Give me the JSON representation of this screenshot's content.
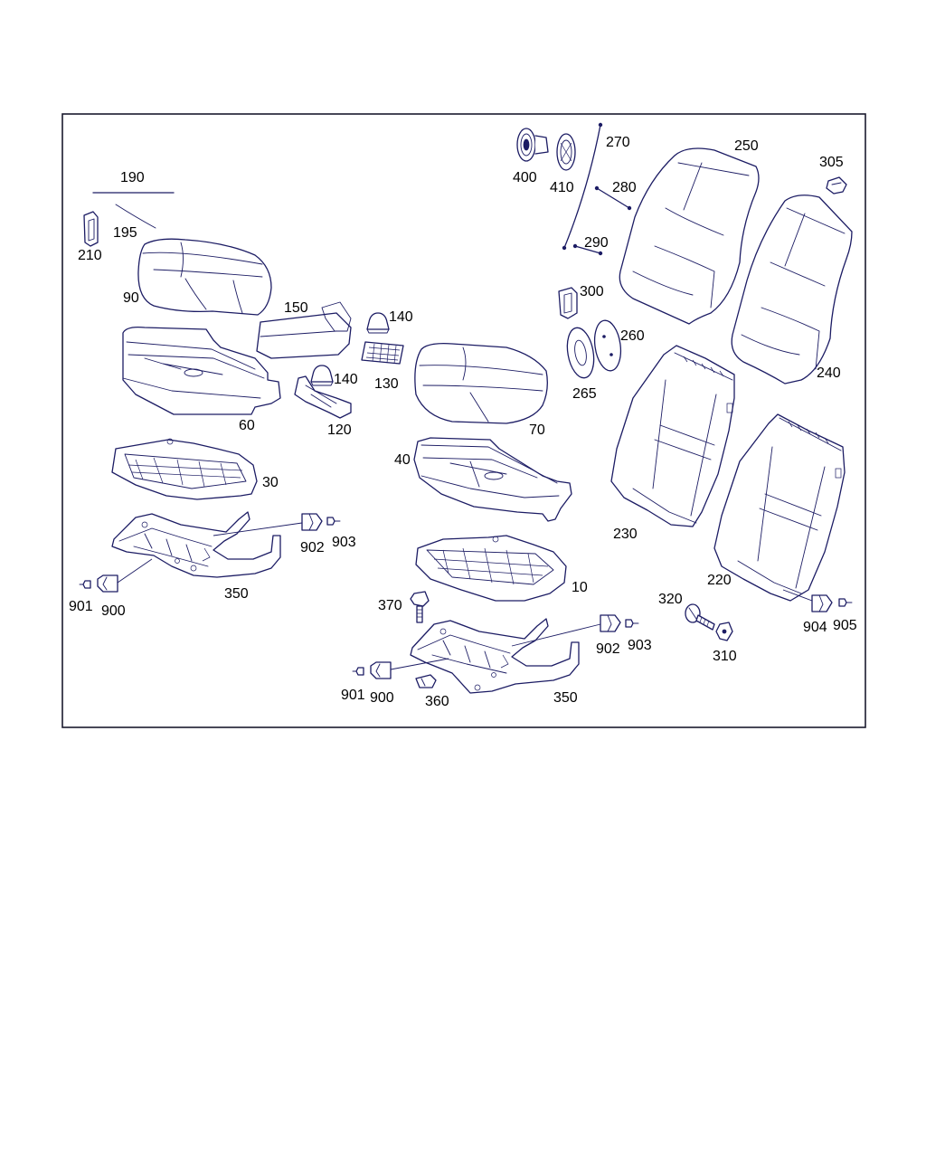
{
  "figure": {
    "accent_color": "#1c1c64",
    "frame_color": "#1a1a2e",
    "callouts": {
      "c190": "190",
      "c195": "195",
      "c210": "210",
      "c90": "90",
      "c150": "150",
      "c140a": "140",
      "c140b": "140",
      "c130": "130",
      "c120": "120",
      "c60": "60",
      "c70": "70",
      "c30": "30",
      "c40": "40",
      "c10": "10",
      "c902a": "902",
      "c903a": "903",
      "c901a": "901",
      "c900a": "900",
      "c350a": "350",
      "c370": "370",
      "c902b": "902",
      "c903b": "903",
      "c901b": "901",
      "c900b": "900",
      "c360": "360",
      "c350b": "350",
      "c400": "400",
      "c410": "410",
      "c270": "270",
      "c280": "280",
      "c290": "290",
      "c300": "300",
      "c260": "260",
      "c265": "265",
      "c250": "250",
      "c305": "305",
      "c240": "240",
      "c230": "230",
      "c220": "220",
      "c320": "320",
      "c310": "310",
      "c904": "904",
      "c905": "905"
    }
  }
}
